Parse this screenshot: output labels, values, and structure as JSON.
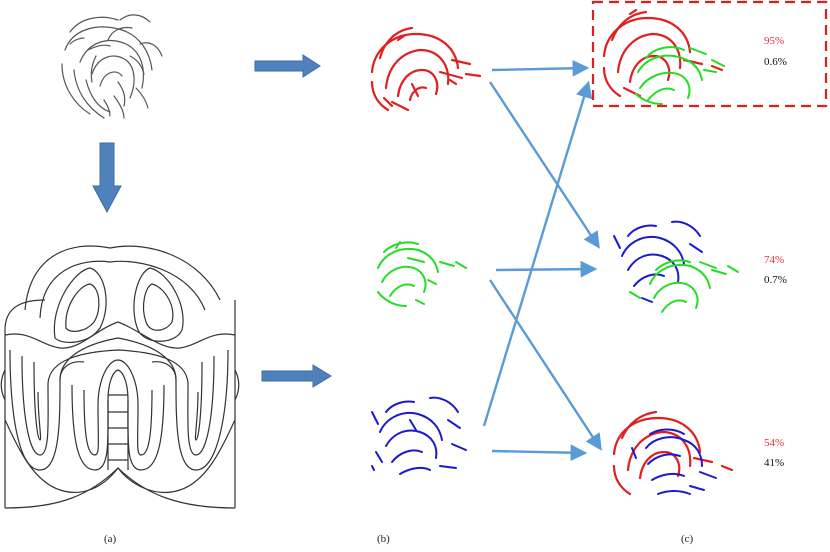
{
  "panels": {
    "a_label": "(a)",
    "b_label": "(b)",
    "c_label": "(c)"
  },
  "scores": [
    {
      "red": "95%",
      "black": "0.6%"
    },
    {
      "red": "74%",
      "black": "0.7%"
    },
    {
      "red": "54%",
      "black": "41%"
    }
  ],
  "colors": {
    "red_ridges": "#e02020",
    "green_ridges": "#22dd22",
    "blue_ridges": "#1a1acc",
    "arrow": "#5b9bd5",
    "block_arrow_fill": "#4f81bd",
    "highlight_box": "#e02020",
    "score_red": "#e0303a"
  }
}
